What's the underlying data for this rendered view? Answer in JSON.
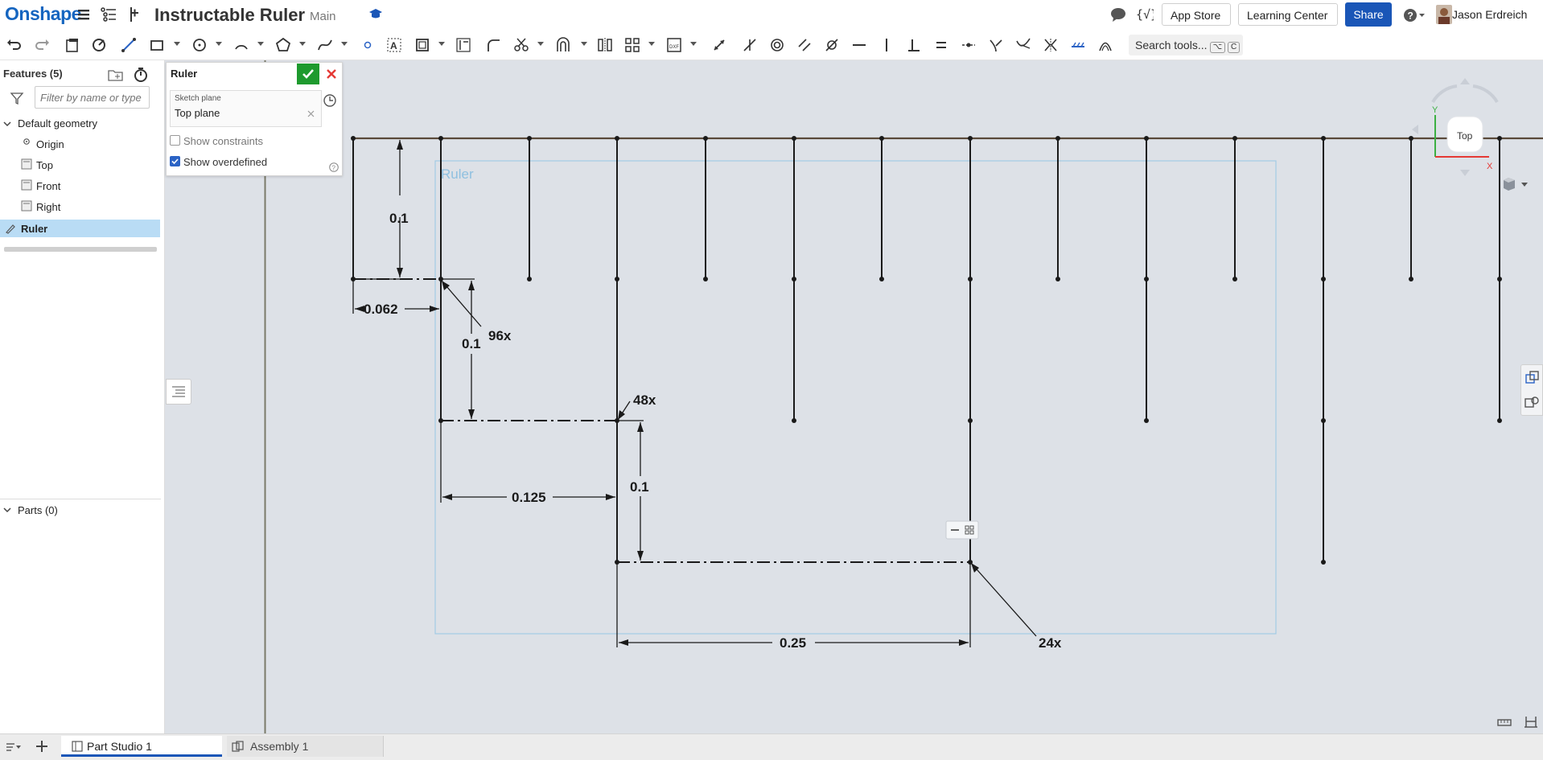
{
  "header": {
    "brand": "Onshape",
    "doc_title": "Instructable Ruler",
    "branch": "Main",
    "app_store": "App Store",
    "learning_center": "Learning Center",
    "share": "Share",
    "user_name": "Jason Erdreich"
  },
  "toolbar": {
    "search_placeholder": "Search tools...",
    "search_kbd_1": "⌥",
    "search_kbd_2": "C"
  },
  "features": {
    "title": "Features (5)",
    "filter_placeholder": "Filter by name or type",
    "items": [
      {
        "label": "Default geometry"
      },
      {
        "label": "Origin"
      },
      {
        "label": "Top"
      },
      {
        "label": "Front"
      },
      {
        "label": "Right"
      },
      {
        "label": "Ruler"
      }
    ],
    "parts_label": "Parts (0)"
  },
  "dialog": {
    "title": "Ruler",
    "sketch_plane_label": "Sketch plane",
    "sketch_plane_value": "Top plane",
    "show_constraints": "Show constraints",
    "show_constraints_checked": false,
    "show_overdefined": "Show overdefined",
    "show_overdefined_checked": true
  },
  "canvas": {
    "sketch_name": "Ruler",
    "view_cube_label": "Top",
    "axis_y": "Y",
    "axis_x": "X",
    "dimensions": {
      "d1": "0.1",
      "d2": "0.062",
      "d3": "0.1",
      "d4": "0.125",
      "d5": "0.1",
      "d6": "0.25"
    },
    "patterns": {
      "p1": "96x",
      "p2": "48x",
      "p3": "24x"
    }
  },
  "bottom_tabs": {
    "tab1": "Part Studio 1",
    "tab2": "Assembly 1"
  },
  "colors": {
    "brand": "#1565c0",
    "share_button": "#1a56b7",
    "selected_feature": "#b9dcf5",
    "canvas_bg": "#dde1e7",
    "ok_button": "#1e9a2e",
    "cancel_x": "#e53935"
  }
}
